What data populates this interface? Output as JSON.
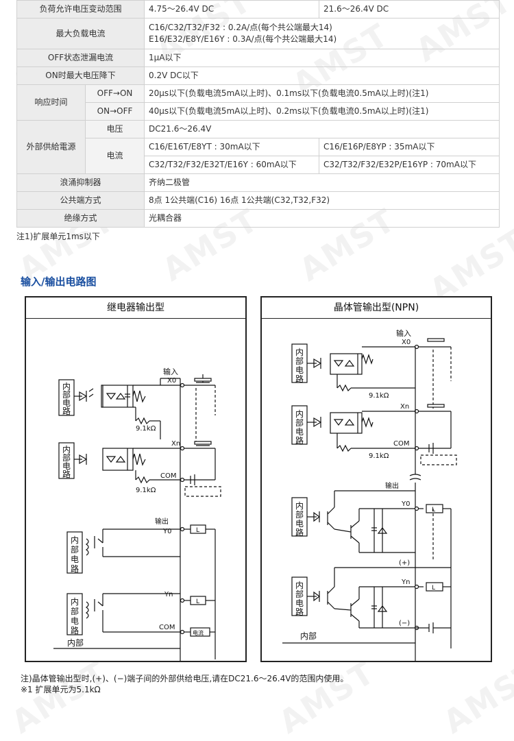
{
  "spec_table": {
    "load_voltage": {
      "label": "负荷允许电压变动范围",
      "value1": "4.75～26.4V DC",
      "value2": "21.6～26.4V DC"
    },
    "max_load_current": {
      "label": "最大负载电流",
      "line1": "C16/C32/T32/F32 : 0.2A/点(每个共公端最大14)",
      "line2": "E16/E32/E8Y/E16Y : 0.3A/点(每个共公端最大14)"
    },
    "off_leakage": {
      "label": "OFF状态泄漏电流",
      "value": "1μA以下"
    },
    "on_voltage_drop": {
      "label": "ON时最大电压降下",
      "value": "0.2V DC以下"
    },
    "response_time": {
      "label": "响应时间",
      "off_on": {
        "label": "OFF→ON",
        "value": "20μs以下(负载电流5mA以上时)、0.1ms以下(负载电流0.5mA以上时)(注1)"
      },
      "on_off": {
        "label": "ON→OFF",
        "value": "40μs以下(负载电流5mA以上时)、0.2ms以下(负载电流0.5mA以上时)(注1)"
      }
    },
    "external_supply": {
      "label": "外部供給電源",
      "voltage": {
        "label": "电压",
        "value": "DC21.6～26.4V"
      },
      "current": {
        "label": "电流",
        "r1c1": "C16/E16T/E8YT : 30mA以下",
        "r1c2": "C16/E16P/E8YP : 35mA以下",
        "r2c1": "C32/T32/F32/E32T/E16Y : 60mA以下",
        "r2c2": "C32/T32/F32/E32P/E16YP : 70mA以下"
      }
    },
    "surge": {
      "label": "浪涌抑制器",
      "value": "齐纳二极管"
    },
    "common": {
      "label": "公共端方式",
      "value": "8点 1公共端(C16) 16点 1公共端(C32,T32,F32)"
    },
    "isolation": {
      "label": "绝缘方式",
      "value": "光耦合器"
    }
  },
  "note1": "注1)扩展单元1ms以下",
  "section_title": "输入/输出电路图",
  "relay_diagram": {
    "title": "继电器输出型",
    "input_label": "输入",
    "x0": "X0",
    "xn": "Xn",
    "com": "COM",
    "resistor": "9.1kΩ",
    "internal_chars": [
      "内",
      "部",
      "电",
      "路"
    ],
    "output_label": "输出",
    "y0": "Y0",
    "yn": "Yn",
    "load": "L",
    "fuse": "电流",
    "internal_label": "内部"
  },
  "npn_diagram": {
    "title": "晶体管输出型(NPN)",
    "input_label": "输入",
    "x0": "X0",
    "xn": "Xn",
    "com": "COM",
    "resistor": "9.1kΩ",
    "internal_chars": [
      "内",
      "部",
      "电",
      "路"
    ],
    "output_label": "输出",
    "y0": "Y0",
    "yn": "Yn",
    "plus": "(+)",
    "minus": "(−)",
    "load": "L",
    "internal_label": "内部"
  },
  "footnotes": {
    "line1": "注)晶体管输出型时,(+)、(−)端子间的外部供给电压,请在DC21.6～26.4V的范围内使用。",
    "line2": "※1 扩展单元为5.1kΩ"
  },
  "watermark": "AMST"
}
